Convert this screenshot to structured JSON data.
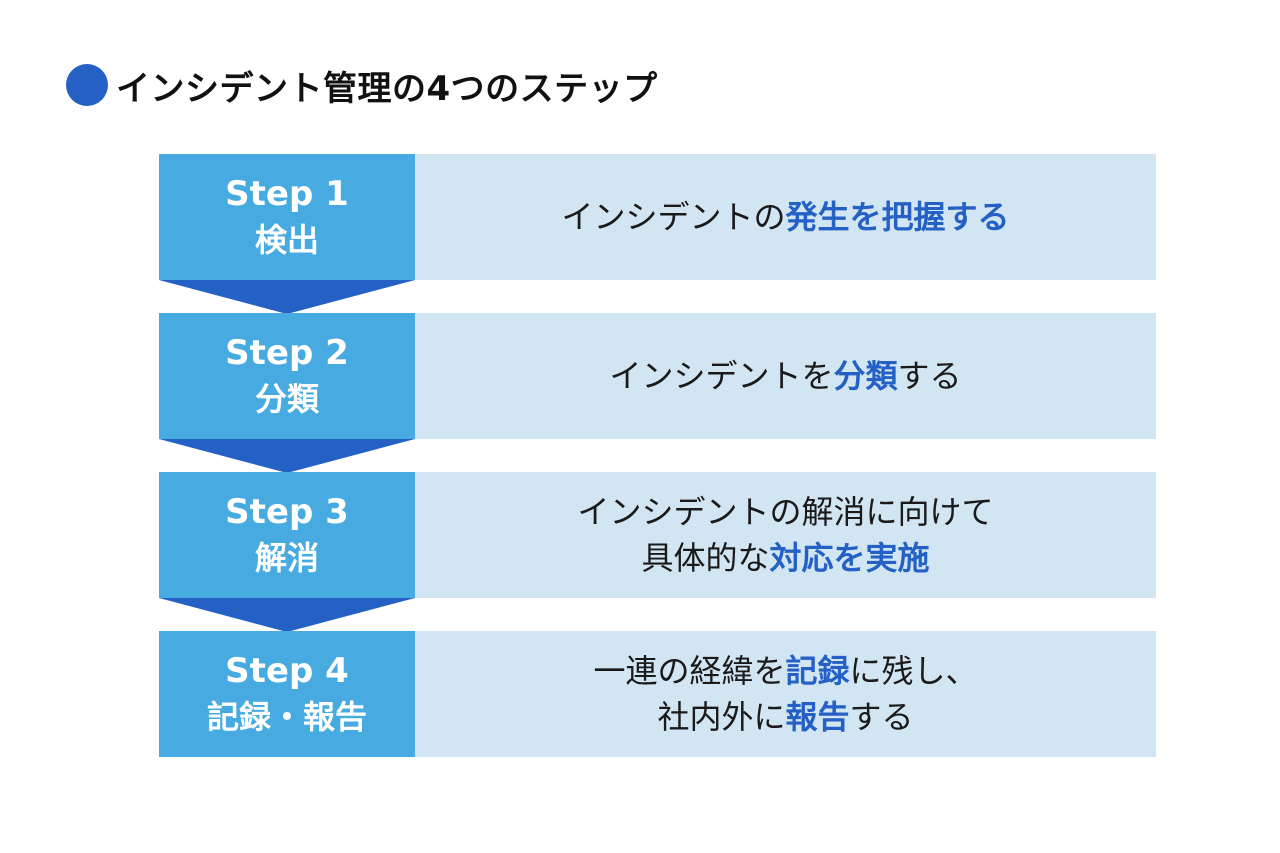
{
  "title": "インシデント管理の4つのステップ",
  "colors": {
    "accent": "#2561c4",
    "step_box": "#47aae0",
    "desc_box": "#d2e5f2",
    "arrow": "#2561c4"
  },
  "steps": [
    {
      "num": "Step 1",
      "name": "検出",
      "desc": [
        [
          {
            "text": "インシデントの",
            "hl": false
          },
          {
            "text": "発生を把握する",
            "hl": true
          }
        ]
      ]
    },
    {
      "num": "Step 2",
      "name": "分類",
      "desc": [
        [
          {
            "text": "インシデントを",
            "hl": false
          },
          {
            "text": "分類",
            "hl": true
          },
          {
            "text": "する",
            "hl": false
          }
        ]
      ]
    },
    {
      "num": "Step 3",
      "name": "解消",
      "desc": [
        [
          {
            "text": "インシデントの解消に向けて",
            "hl": false
          }
        ],
        [
          {
            "text": "具体的な",
            "hl": false
          },
          {
            "text": "対応を実施",
            "hl": true
          }
        ]
      ]
    },
    {
      "num": "Step 4",
      "name": "記録・報告",
      "desc": [
        [
          {
            "text": "一連の経緯を",
            "hl": false
          },
          {
            "text": "記録",
            "hl": true
          },
          {
            "text": "に残し、",
            "hl": false
          }
        ],
        [
          {
            "text": "社内外に",
            "hl": false
          },
          {
            "text": "報告",
            "hl": true
          },
          {
            "text": "する",
            "hl": false
          }
        ]
      ]
    }
  ]
}
